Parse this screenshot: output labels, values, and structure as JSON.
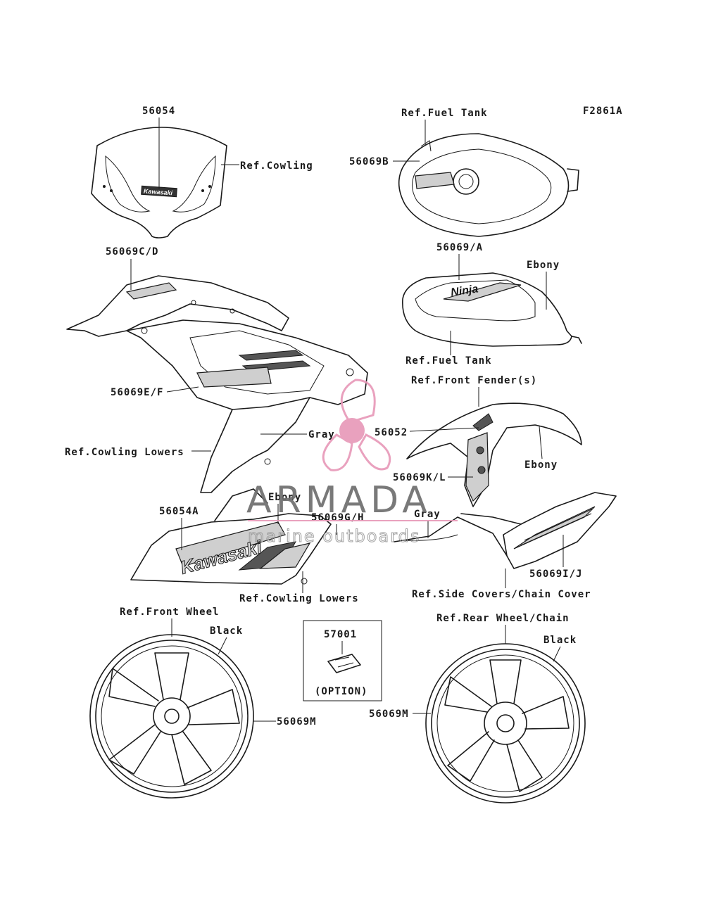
{
  "figure_code": "F2861A",
  "labels": {
    "p56054": "56054",
    "ref_cowling": "Ref.Cowling",
    "ref_fuel_tank_top": "Ref.Fuel Tank",
    "p56069B": "56069B",
    "p56069CD": "56069C/D",
    "p56069A": "56069/A",
    "ebony_tank": "Ebony",
    "ref_fuel_tank_bottom": "Ref.Fuel Tank",
    "ref_front_fender": "Ref.Front Fender(s)",
    "p56069EF": "56069E/F",
    "p56052": "56052",
    "gray_lower": "Gray",
    "ref_cowling_lowers_left": "Ref.Cowling Lowers",
    "ebony_fender": "Ebony",
    "p56069KL": "56069K/L",
    "p56054A": "56054A",
    "ebony_lower": "Ebony",
    "p56069GH": "56069G/H",
    "gray_side": "Gray",
    "p56069IJ": "56069I/J",
    "ref_cowling_lowers_bottom": "Ref.Cowling Lowers",
    "ref_side_covers": "Ref.Side Covers/Chain Cover",
    "ref_front_wheel": "Ref.Front Wheel",
    "black_front": "Black",
    "p57001": "57001",
    "option": "(OPTION)",
    "ref_rear_wheel": "Ref.Rear Wheel/Chain",
    "black_rear": "Black",
    "p56069M_front": "56069M",
    "p56069M_rear": "56069M"
  },
  "decal_text": {
    "kawasaki_small": "Kawasaki",
    "ninja": "Ninja",
    "kawasaki_large": "Kawasaki"
  },
  "watermark": {
    "brand": "ARMADA",
    "tagline": "marine outboards",
    "color_pink": "#e89ab9",
    "color_gray": "#6e6e6e"
  }
}
